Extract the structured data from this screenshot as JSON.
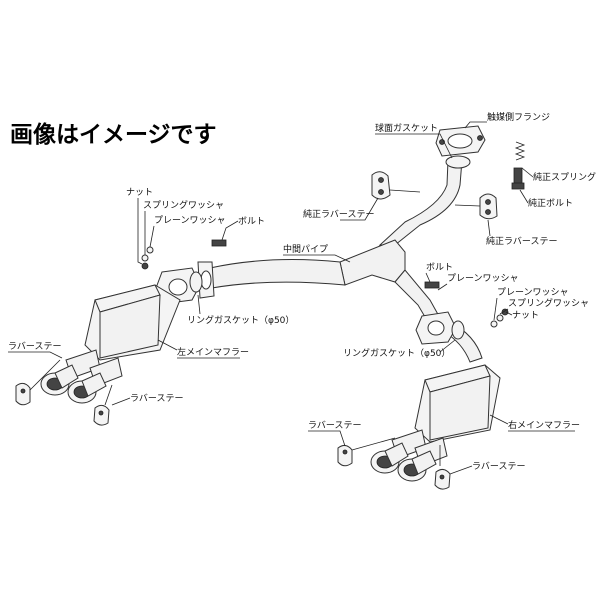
{
  "title": "画像はイメージです",
  "labels": {
    "catalyst_flange": "触媒側フランジ",
    "ball_gasket": "球面ガスケット",
    "oem_spring": "純正スプリング",
    "oem_bolt": "純正ボルト",
    "oem_rubber_stay_top": "純正ラバーステー",
    "oem_rubber_stay_right": "純正ラバーステー",
    "nut_left": "ナット",
    "spring_washer_left": "スプリングワッシャ",
    "plain_washer_left": "プレーンワッシャ",
    "bolt_left": "ボルト",
    "center_pipe": "中間パイプ",
    "ring_gasket_left": "リングガスケット（φ50）",
    "rubber_stay_left_top": "ラバーステー",
    "left_main_muffler": "左メインマフラー",
    "rubber_stay_left_bottom": "ラバーステー",
    "bolt_right": "ボルト",
    "plain_washer_right_top": "プレーンワッシャ",
    "plain_washer_right": "プレーンワッシャ",
    "spring_washer_right": "スプリングワッシャ",
    "nut_right": "ナット",
    "ring_gasket_right": "リングガスケット（φ50）",
    "rubber_stay_right_left": "ラバーステー",
    "right_main_muffler": "右メインマフラー",
    "rubber_stay_right_bottom": "ラバーステー"
  }
}
